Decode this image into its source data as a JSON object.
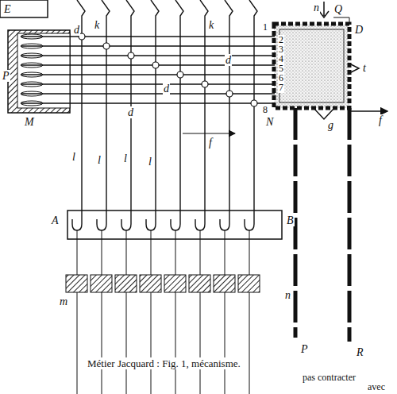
{
  "diagram": {
    "caption": "Métier Jacquard : Fig. 1, mécanisme.",
    "labels": [
      "E",
      "P",
      "M",
      "d",
      "k",
      "k",
      "1",
      "2",
      "3",
      "4",
      "5",
      "6",
      "7",
      "8",
      "D",
      "n",
      "Q",
      "t",
      "f",
      "d",
      "d",
      "d",
      "N",
      "g",
      "f",
      "l",
      "l",
      "l",
      "l",
      "A",
      "B",
      "m",
      "n",
      "P",
      "R",
      "pas contracter",
      "avec"
    ]
  }
}
